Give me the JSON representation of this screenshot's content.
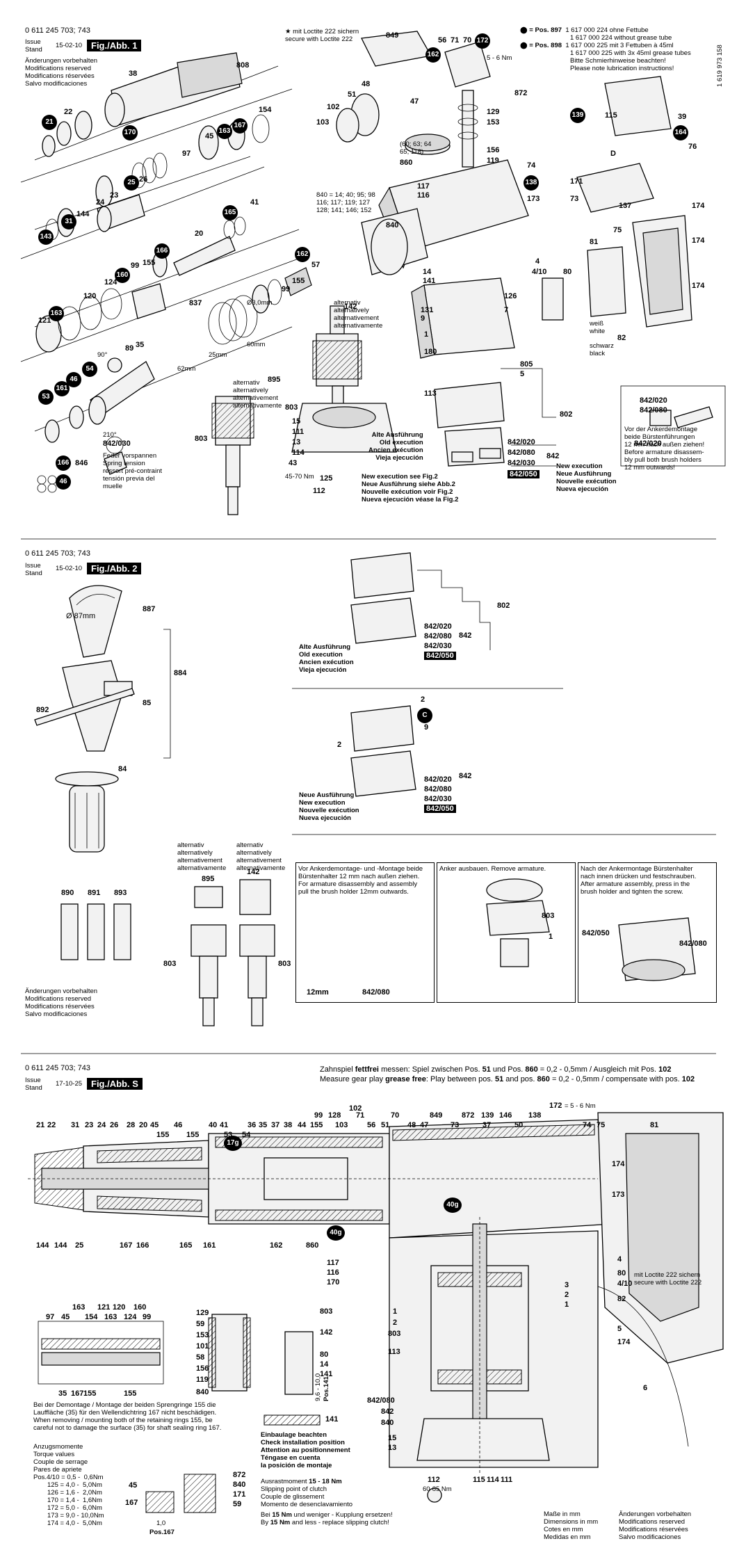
{
  "sheet_number": "1 619 973 158",
  "fig1": {
    "part_no": "0 611 245 703; 743",
    "issue_label": "Issue",
    "stand_label": "Stand",
    "issue_date": "15-02-10",
    "title": "Fig./Abb. 1",
    "modifications": [
      "Änderungen vorbehalten",
      "Modifications reserved",
      "Modifications réservées",
      "Salvo modificaciones"
    ],
    "loctite_note": [
      "mit Loctite 222 sichern",
      "secure with Loctite 222"
    ],
    "grease_note": {
      "pos897": "= Pos. 897",
      "pos898": "= Pos. 898",
      "lines": [
        "1 617 000 224 ohne Fettube",
        "1 617 000 224 without grease tube",
        "1 617 000 225 mit 3 Fettuben à 45ml",
        "1 617 000 225 with 3x 45ml grease tubes",
        "Bitte Schmierhinweise beachten!",
        "Please note lubrication instructions!"
      ]
    },
    "torque_5_6": "5 - 6 Nm",
    "torque_45_70": "45-70 Nm",
    "labels": [
      "849",
      "56",
      "71",
      "70",
      "162",
      "172",
      "38",
      "808",
      "22",
      "21",
      "170",
      "154",
      "163",
      "167",
      "45",
      "97",
      "25",
      "26",
      "24",
      "23",
      "144",
      "31",
      "143",
      "165",
      "41",
      "20",
      "166",
      "99",
      "155",
      "124",
      "160",
      "120",
      "121",
      "163",
      "837",
      "57",
      "162",
      "155",
      "99",
      "89",
      "90°",
      "35",
      "54",
      "161",
      "46",
      "53",
      "842/030",
      "166",
      "846",
      "46",
      "103",
      "102",
      "51",
      "48",
      "47",
      "872",
      "129",
      "153",
      "156",
      "119",
      "860",
      "117",
      "116",
      "840",
      "74",
      "138",
      "173",
      "14",
      "141",
      "131",
      "9",
      "1",
      "180",
      "4",
      "4/10",
      "80",
      "126",
      "7",
      "113",
      "805",
      "5",
      "802",
      "842/020",
      "842/080",
      "842/030",
      "842/050",
      "842",
      "142",
      "895",
      "803",
      "15",
      "111",
      "13",
      "114",
      "43",
      "125",
      "112",
      "115",
      "139",
      "39",
      "164",
      "76",
      "D",
      "171",
      "73",
      "137",
      "174",
      "81",
      "75",
      "82"
    ],
    "wire_white": [
      "weiß",
      "white"
    ],
    "wire_black": [
      "schwarz",
      "black"
    ],
    "measure_210": "210°",
    "measure_30mm": "Ø3,0mm",
    "measure_60mm": "60mm",
    "measure_25mm": "25mm",
    "measure_62mm": "62mm",
    "spring_text": [
      "Feder vorspannen",
      "Spring tension",
      "ressort pré-contraint",
      "tensión previa del",
      "muelle"
    ],
    "alt_895": [
      "alternativ",
      "alternatively",
      "alternativement",
      "alternativamente"
    ],
    "alt_142": [
      "alternativ",
      "alternatively",
      "alternativement",
      "alternativamente"
    ],
    "old_exec": [
      "Alte Ausführung",
      "Old execution",
      "Ancien exécution",
      "Vieja ejecución"
    ],
    "new_exec_see": [
      "New execution see Fig.2",
      "Neue Ausführung siehe Abb.2",
      "Nouvelle exécution voir Fig.2",
      "Nueva ejecución véase la Fig.2"
    ],
    "new_exec": [
      "New execution",
      "Neue Ausführung",
      "Nouvelle exécution",
      "Nueva ejecución"
    ],
    "armature_note": [
      "Vor der Ankerdemontage",
      "beide Bürstenführungen",
      "12 mm nach außen ziehen!",
      "Before armature disassem-",
      "bly pull both brush holders",
      "12 mm outwards!"
    ]
  },
  "fig2": {
    "part_no": "0 611 245 703; 743",
    "issue_date": "15-02-10",
    "title": "Fig./Abb. 2",
    "labels": [
      "887",
      "Ø 87mm",
      "884",
      "85",
      "892",
      "84",
      "890",
      "891",
      "893",
      "802",
      "842",
      "842/020",
      "842/080",
      "842/030",
      "842/050",
      "2",
      "2",
      "C",
      "9",
      "895",
      "142",
      "803",
      "803"
    ],
    "old_exec": [
      "Alte Ausführung",
      "Old execution",
      "Ancien exécution",
      "Vieja ejecución"
    ],
    "new_exec": [
      "Neue Ausführung",
      "New execution",
      "Nouvelle exécution",
      "Nueva ejecución"
    ],
    "alt_895": [
      "alternativ",
      "alternatively",
      "alternativement",
      "alternativamente"
    ],
    "alt_142": [
      "alternativ",
      "alternatively",
      "alternativement",
      "alternativamente"
    ],
    "modifications": [
      "Änderungen vorbehalten",
      "Modifications reserved",
      "Modifications réservées",
      "Salvo modificaciones"
    ],
    "panel1": [
      "Vor Ankerdemontage- und -Montage beide",
      "Bürstenhalter 12 mm nach außen ziehen.",
      "For armature disassembly and assembly",
      "pull the brush holder 12mm outwards."
    ],
    "panel1_labels": [
      "12mm",
      "842/080"
    ],
    "panel2": [
      "Anker ausbauen. Remove armature."
    ],
    "panel2_labels": [
      "803",
      "1"
    ],
    "panel3": [
      "Nach der Ankermontage Bürstenhalter",
      "nach innen drücken und festschrauben.",
      "After armature assembly, press in the",
      "brush holder and tighten the screw."
    ],
    "panel3_labels": [
      "842/050",
      "842/080"
    ]
  },
  "figS": {
    "part_no": "0 611 245 703; 743",
    "issue_date": "17-10-25",
    "title": "Fig./Abb. S",
    "gear_note_de_a": "Zahnspiel",
    "gear_note_de_b": "fettfrei",
    "gear_note_de_c": "messen: Spiel zwischen Pos.",
    "gear_note_de_d": "und Pos.",
    "gear_note_de_e": "= 0,2 - 0,5mm / Ausgleich mit Pos.",
    "gear_note_en_a": "Measure gear play",
    "gear_note_en_b": "grease free",
    "gear_note_en_c": ": Play between pos.",
    "gear_note_en_d": "and pos.",
    "gear_note_en_e": "= 0,2 - 0,5mm / compensate with pos.",
    "pos_51": "51",
    "pos_860": "860",
    "pos_102": "102",
    "top_labels": [
      "21",
      "22",
      "31",
      "23",
      "24",
      "26",
      "28",
      "20",
      "45",
      "155",
      "46",
      "155",
      "40",
      "41",
      "53",
      "54",
      "36",
      "35",
      "37",
      "38",
      "44",
      "99",
      "155",
      "128",
      "102",
      "103",
      "71",
      "56",
      "51",
      "70",
      "48",
      "47",
      "849",
      "73",
      "872",
      "139",
      "37",
      "146",
      "50",
      "138",
      "172",
      "= 5 - 6 Nm",
      "74",
      "75",
      "81"
    ],
    "right_labels": [
      "174",
      "173",
      "4",
      "80",
      "3",
      "2",
      "1",
      "4/10",
      "82",
      "5",
      "174",
      "6"
    ],
    "left_labels": [
      "144",
      "144",
      "25",
      "167",
      "166",
      "165",
      "161",
      "162",
      "860",
      "117",
      "116",
      "170",
      "1",
      "2",
      "803",
      "113",
      "842/080",
      "842",
      "840",
      "15",
      "13"
    ],
    "bottom_labels": [
      "112",
      "60-85 Nm",
      "115",
      "114",
      "111"
    ],
    "callouts": [
      "17g",
      "40g",
      "40g"
    ],
    "loctite_note": [
      "mit Loctite 222 sichern",
      "secure with Loctite 222"
    ],
    "detail_labels": [
      "97",
      "45",
      "163",
      "154",
      "121",
      "163",
      "120",
      "124",
      "160",
      "99",
      "35",
      "167",
      "155",
      "155"
    ],
    "demontage_note": [
      "Bei der Demontage / Montage der beiden Sprengringe 155 die",
      "Lauffläche (35) für den Wellendichtring 167 nicht  beschädigen.",
      "When removing / mounting both of the retaining rings 155, be",
      "careful not to damage the surface (35) for shaft sealing ring 167."
    ],
    "torque_title": [
      "Anzugsmomente",
      "Torque values",
      "Couple de serrage",
      "Pares de apriete"
    ],
    "torque_rows": [
      "Pos.4/10 = 0,5 -  0,6Nm",
      "125 = 4,0 -  5,0Nm",
      "126 = 1,6 -  2,0Nm",
      "170 = 1,4 -  1,6Nm",
      "172 = 5,0 -  6,0Nm",
      "173 = 9,0 - 10,0Nm",
      "174 = 4,0 -  5,0Nm"
    ],
    "small_labels": [
      "45",
      "167",
      "872",
      "840",
      "171",
      "59",
      "1,0",
      "Pos.167"
    ],
    "clutch_labels": [
      "129",
      "59",
      "153",
      "101",
      "58",
      "156",
      "119",
      "840",
      "803",
      "142",
      "80",
      "14",
      "141",
      "9,6 - 10,0",
      "Pos.141",
      "141"
    ],
    "install_note": [
      "Einbaulage beachten",
      "Check installation position",
      "Attention au positionnement",
      "Téngase en cuenta",
      "la posición de montaje"
    ],
    "slip_note": [
      "Ausrastmoment",
      "Slipping point of clutch",
      "Couple de glissement",
      "Momento de desenclavamiento"
    ],
    "slip_a": "15 - 18 Nm",
    "replace_note": [
      "Bei",
      "15 Nm",
      "und weniger - Kupplung ersetzen!",
      "By",
      "15 Nm",
      "and less - replace slipping clutch!"
    ],
    "dims": [
      "Maße in mm",
      "Dimensions in mm",
      "Cotes en mm",
      "Medidas en mm"
    ],
    "modifications": [
      "Änderungen vorbehalten",
      "Modifications reserved",
      "Modifications réservées",
      "Salvo modificaciones"
    ]
  }
}
